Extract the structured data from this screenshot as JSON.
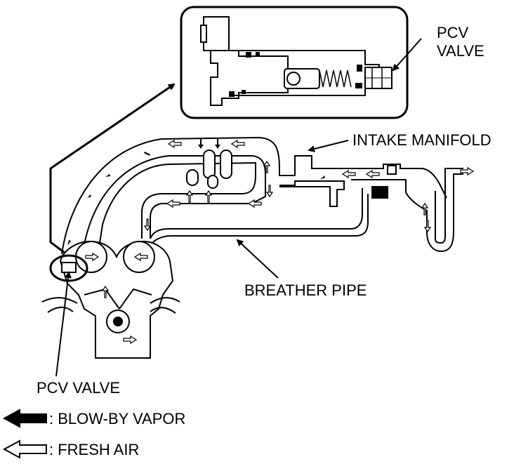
{
  "labels": {
    "pcv_valve_top_line1": "PCV",
    "pcv_valve_top_line2": "VALVE",
    "intake_manifold": "INTAKE MANIFOLD",
    "breather_pipe": "BREATHER PIPE",
    "pcv_valve_bottom": "PCV VALVE"
  },
  "legend": {
    "blow_by": ": BLOW-BY VAPOR",
    "fresh_air": ": FRESH AIR"
  },
  "colors": {
    "line": "#000000",
    "background": "#ffffff"
  }
}
